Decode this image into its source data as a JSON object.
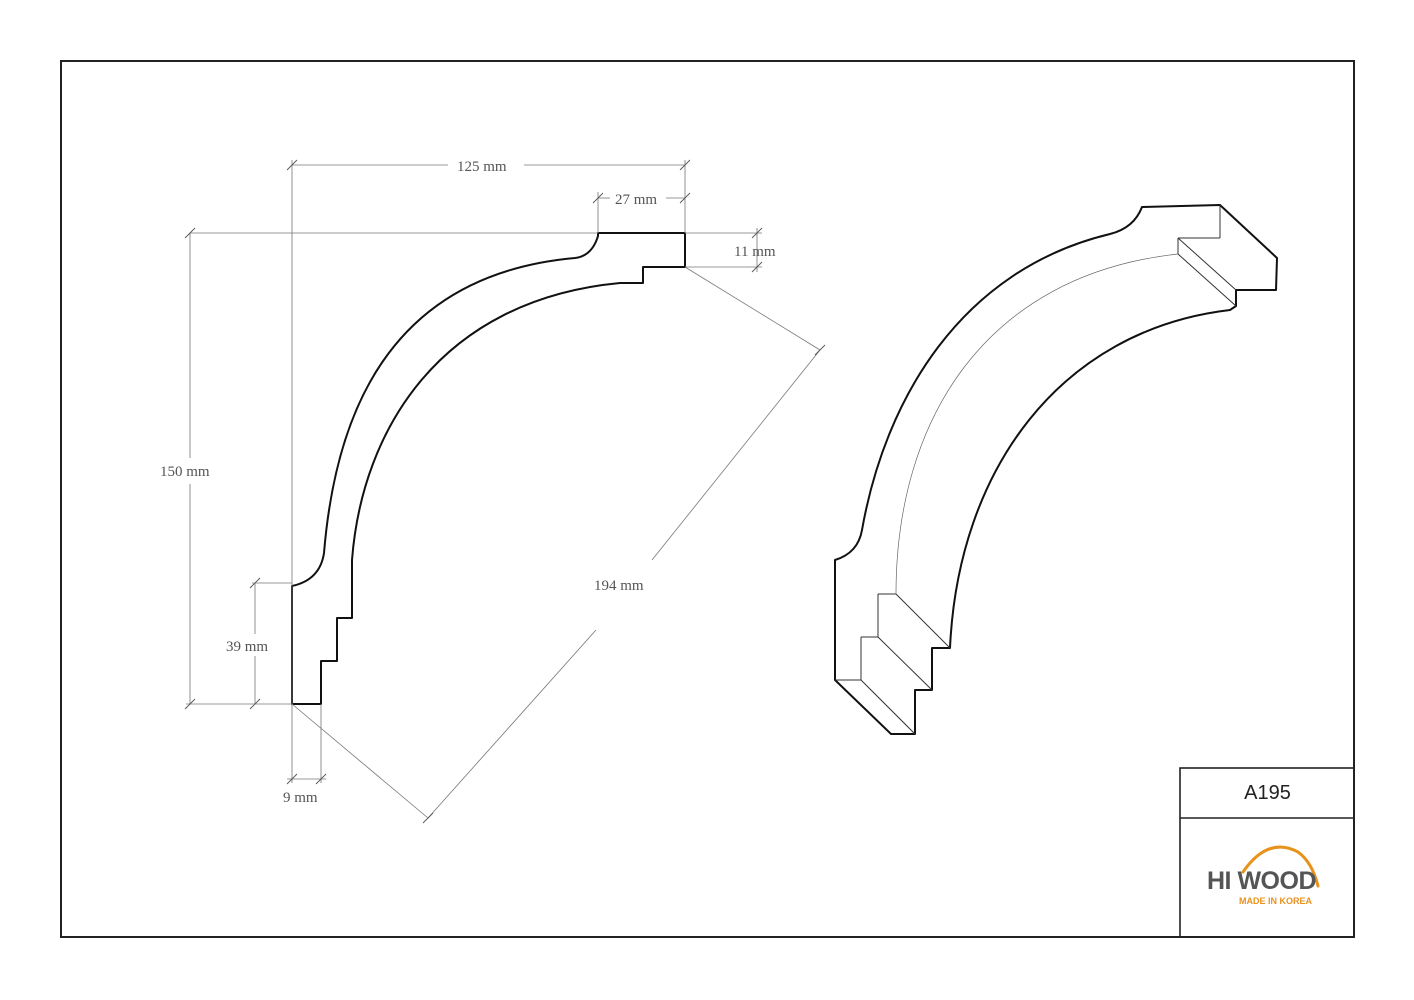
{
  "product": {
    "code": "A195"
  },
  "dimensions": {
    "width_top": "125 mm",
    "top_flat": "27 mm",
    "top_step": "11 mm",
    "height": "150 mm",
    "bottom_step": "39 mm",
    "bottom_flat": "9 mm",
    "diagonal": "194 mm"
  },
  "logo": {
    "brand_left": "HI",
    "brand_right": "WOOD",
    "tagline": "MADE IN KOREA",
    "accent_color": "#e8921e",
    "text_color": "#555555"
  }
}
